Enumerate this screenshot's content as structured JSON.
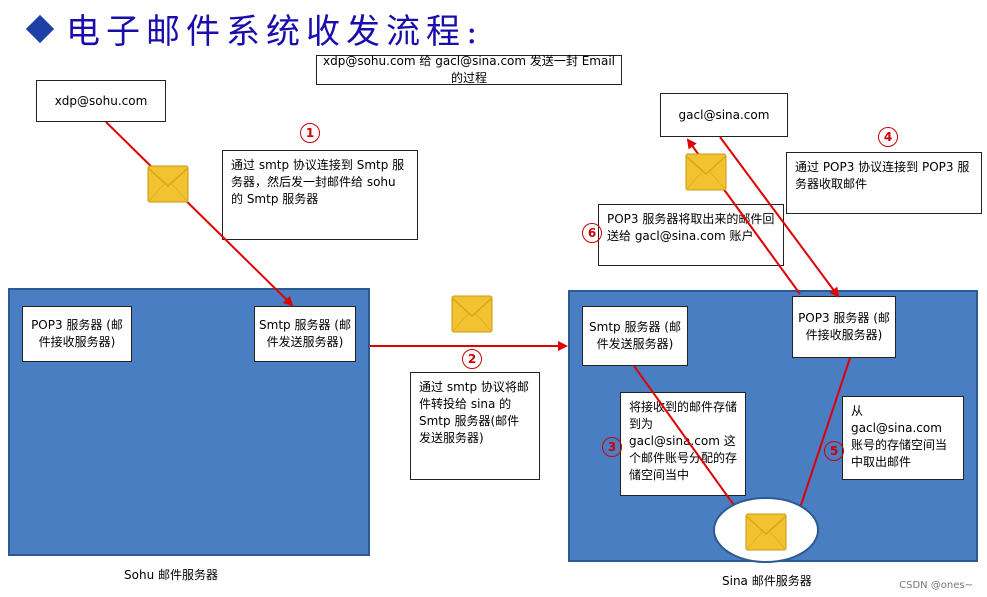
{
  "title": "电子邮件系统收发流程:",
  "header_note": "xdp@sohu.com 给 gacl@sina.com 发送一封 Email 的过程",
  "sender_box": "xdp@sohu.com",
  "receiver_box": "gacl@sina.com",
  "steps": [
    {
      "num": "1",
      "text": "通过 smtp 协议连接到 Smtp 服务器，然后发一封邮件给 sohu 的 Smtp 服务器"
    },
    {
      "num": "2",
      "text": "通过 smtp 协议将邮件转投给 sina 的 Smtp 服务器(邮件发送服务器)"
    },
    {
      "num": "3",
      "text": "将接收到的邮件存储到为 gacl@sina.com 这个邮件账号分配的存储空间当中"
    },
    {
      "num": "4",
      "text": "通过 POP3 协议连接到 POP3 服务器收取邮件"
    },
    {
      "num": "5",
      "text": "从 gacl@sina.com 账号的存储空间当中取出邮件"
    },
    {
      "num": "6",
      "text": "POP3 服务器将取出来的邮件回送给 gacl@sina.com 账户"
    }
  ],
  "sohu": {
    "label": "Sohu 邮件服务器",
    "pop3": "POP3 服务器 (邮件接收服务器)",
    "smtp": "Smtp 服务器 (邮件发送服务器)"
  },
  "sina": {
    "label": "Sina 邮件服务器",
    "pop3": "POP3 服务器 (邮件接收服务器)",
    "smtp": "Smtp 服务器 (邮件发送服务器)"
  },
  "credit": "CSDN @ones~",
  "colors": {
    "server_fill": "#4a7ec2",
    "arrow": "#e00000",
    "title": "#1a0dab",
    "envelope": "#f2c230"
  }
}
